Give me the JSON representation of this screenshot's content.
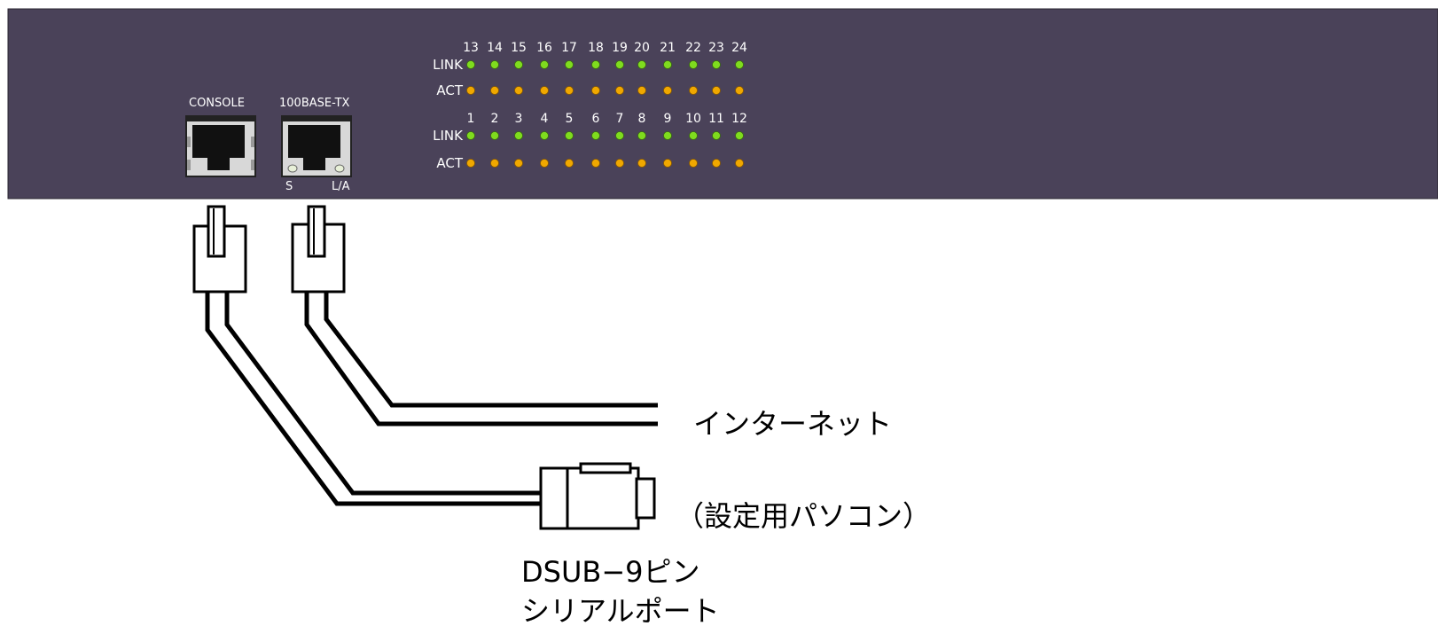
{
  "panel": {
    "color": "#4a4259",
    "console_label": "CONSOLE",
    "ethernet_label": "100BASE-TX",
    "led_s_label": "S",
    "led_la_label": "L/A",
    "link_label": "LINK",
    "act_label": "ACT",
    "ports_top": [
      "13",
      "14",
      "15",
      "16",
      "17",
      "18",
      "19",
      "20",
      "21",
      "22",
      "23",
      "24"
    ],
    "ports_bottom": [
      "1",
      "2",
      "3",
      "4",
      "5",
      "6",
      "7",
      "8",
      "9",
      "10",
      "11",
      "12"
    ],
    "link_led_color": "#7fdc1e",
    "act_led_color": "#f0a800"
  },
  "labels": {
    "internet": "インターネット",
    "pc": "（設定用パソコン）",
    "dsub_line1": "DSUB−9ピン",
    "dsub_line2": "シリアルポート"
  }
}
